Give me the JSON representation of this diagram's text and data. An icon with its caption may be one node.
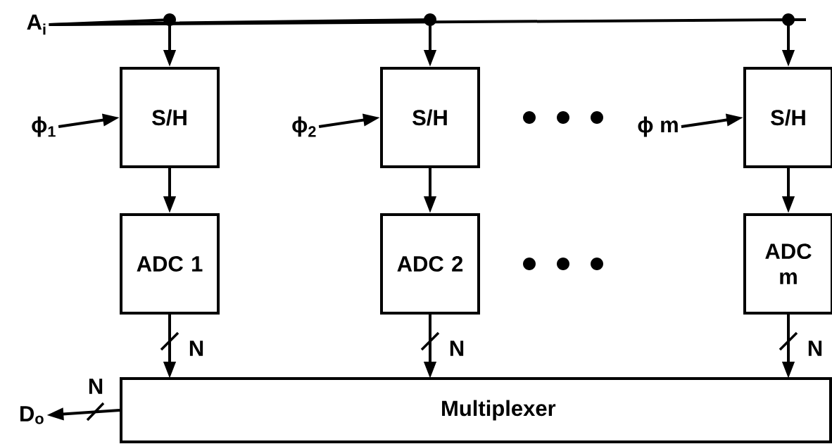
{
  "diagram": {
    "nodes": [
      {
        "text": [
          "A$_{i}$"
        ]
      },
      {
        "text": [
          "ϕ$_{1}$"
        ]
      },
      {
        "text": [
          "S/H"
        ]
      },
      {
        "text": [
          "ADC 1"
        ]
      },
      {
        "text": [
          "ϕ$_{2}$"
        ]
      },
      {
        "text": [
          "S/H"
        ]
      },
      {
        "text": [
          "ADC 2"
        ]
      },
      {
        "text": [
          "ϕ m"
        ]
      },
      {
        "text": [
          "S/H"
        ]
      },
      {
        "text": [
          "ADC m"
        ]
      },
      {
        "text": [
          "Multiplexer"
        ]
      },
      {
        "text": [
          "D$_{o}$"
        ]
      }
    ],
    "edges": [
      {
        "from": 0,
        "to": 2,
        "arrow": "to"
      },
      {
        "from": 0,
        "to": 5,
        "arrow": "to"
      },
      {
        "from": 0,
        "to": 8,
        "arrow": "to"
      },
      {
        "from": 1,
        "to": 2,
        "arrow": "to"
      },
      {
        "from": 4,
        "to": 5,
        "arrow": "to"
      },
      {
        "from": 7,
        "to": 8,
        "arrow": "to"
      },
      {
        "from": 2,
        "to": 3,
        "arrow": "to"
      },
      {
        "from": 5,
        "to": 6,
        "arrow": "to"
      },
      {
        "from": 8,
        "to": 9,
        "arrow": "to"
      },
      {
        "from": 3,
        "to": 10,
        "arrow": "to",
        "label": "N"
      },
      {
        "from": 6,
        "to": 10,
        "arrow": "to",
        "label": "N"
      },
      {
        "from": 9,
        "to": 10,
        "arrow": "to",
        "label": "N"
      },
      {
        "from": 10,
        "to": 11,
        "arrow": "to",
        "label": "N"
      }
    ]
  }
}
